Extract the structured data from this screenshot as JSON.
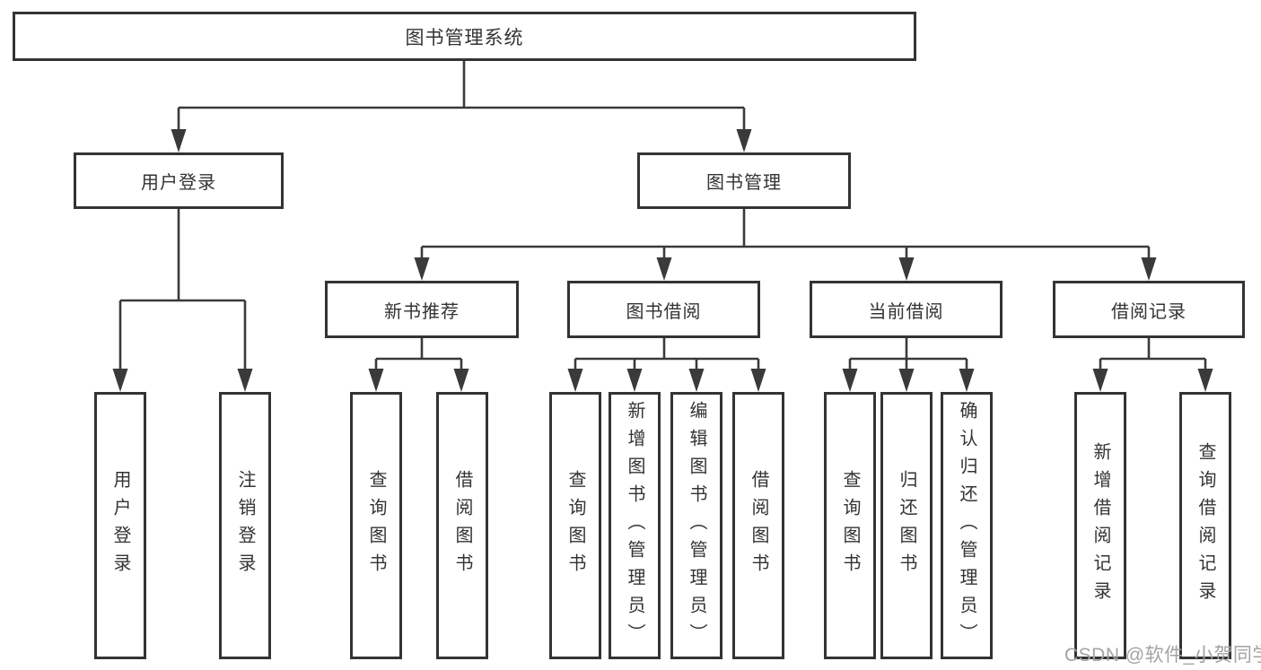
{
  "watermark": "CSDN @软件_小贺同学",
  "colors": {
    "background": "#ffffff",
    "border": "#333333",
    "line": "#3a3a3a",
    "text": "#333333",
    "watermark": "#a3a3a3"
  },
  "tree": {
    "label": "图书管理系统",
    "children": [
      {
        "label": "用户登录",
        "children": [
          {
            "label": "用户登录"
          },
          {
            "label": "注销登录"
          }
        ]
      },
      {
        "label": "图书管理",
        "children": [
          {
            "label": "新书推荐",
            "children": [
              {
                "label": "查询图书"
              },
              {
                "label": "借阅图书"
              }
            ]
          },
          {
            "label": "图书借阅",
            "children": [
              {
                "label": "查询图书"
              },
              {
                "label": "新增图书（管理员）"
              },
              {
                "label": "编辑图书（管理员）"
              },
              {
                "label": "借阅图书"
              }
            ]
          },
          {
            "label": "当前借阅",
            "children": [
              {
                "label": "查询图书"
              },
              {
                "label": "归还图书"
              },
              {
                "label": "确认归还（管理员）"
              }
            ]
          },
          {
            "label": "借阅记录",
            "children": [
              {
                "label": "新增借阅记录"
              },
              {
                "label": "查询借阅记录"
              }
            ]
          }
        ]
      }
    ]
  }
}
